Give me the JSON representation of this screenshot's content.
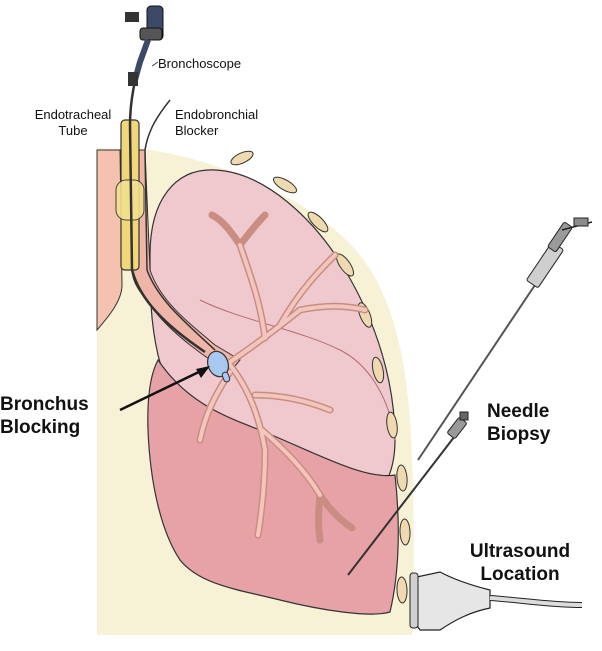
{
  "labels": {
    "bronchoscope": "Bronchoscope",
    "endotracheal_line1": "Endotracheal",
    "endotracheal_line2": "Tube",
    "endobronchial_line1": "Endobronchial",
    "endobronchial_line2": "Blocker",
    "bronchus_line1": "Bronchus",
    "bronchus_line2": "Blocking",
    "needle_line1": "Needle",
    "needle_line2": "Biopsy",
    "ultrasound_line1": "Ultrasound",
    "ultrasound_line2": "Location"
  },
  "colors": {
    "chest_wall": "#f7f1d6",
    "trachea": "#f4c2ae",
    "lung_upper": "#efc9cd",
    "lung_lower": "#e7a2a7",
    "airway": "#efb5a8",
    "tube": "#f0d77a",
    "balloon": "#a9c8ef",
    "rib": "#efd9b0",
    "outline": "#222222",
    "metal": "#8c8c8c"
  }
}
